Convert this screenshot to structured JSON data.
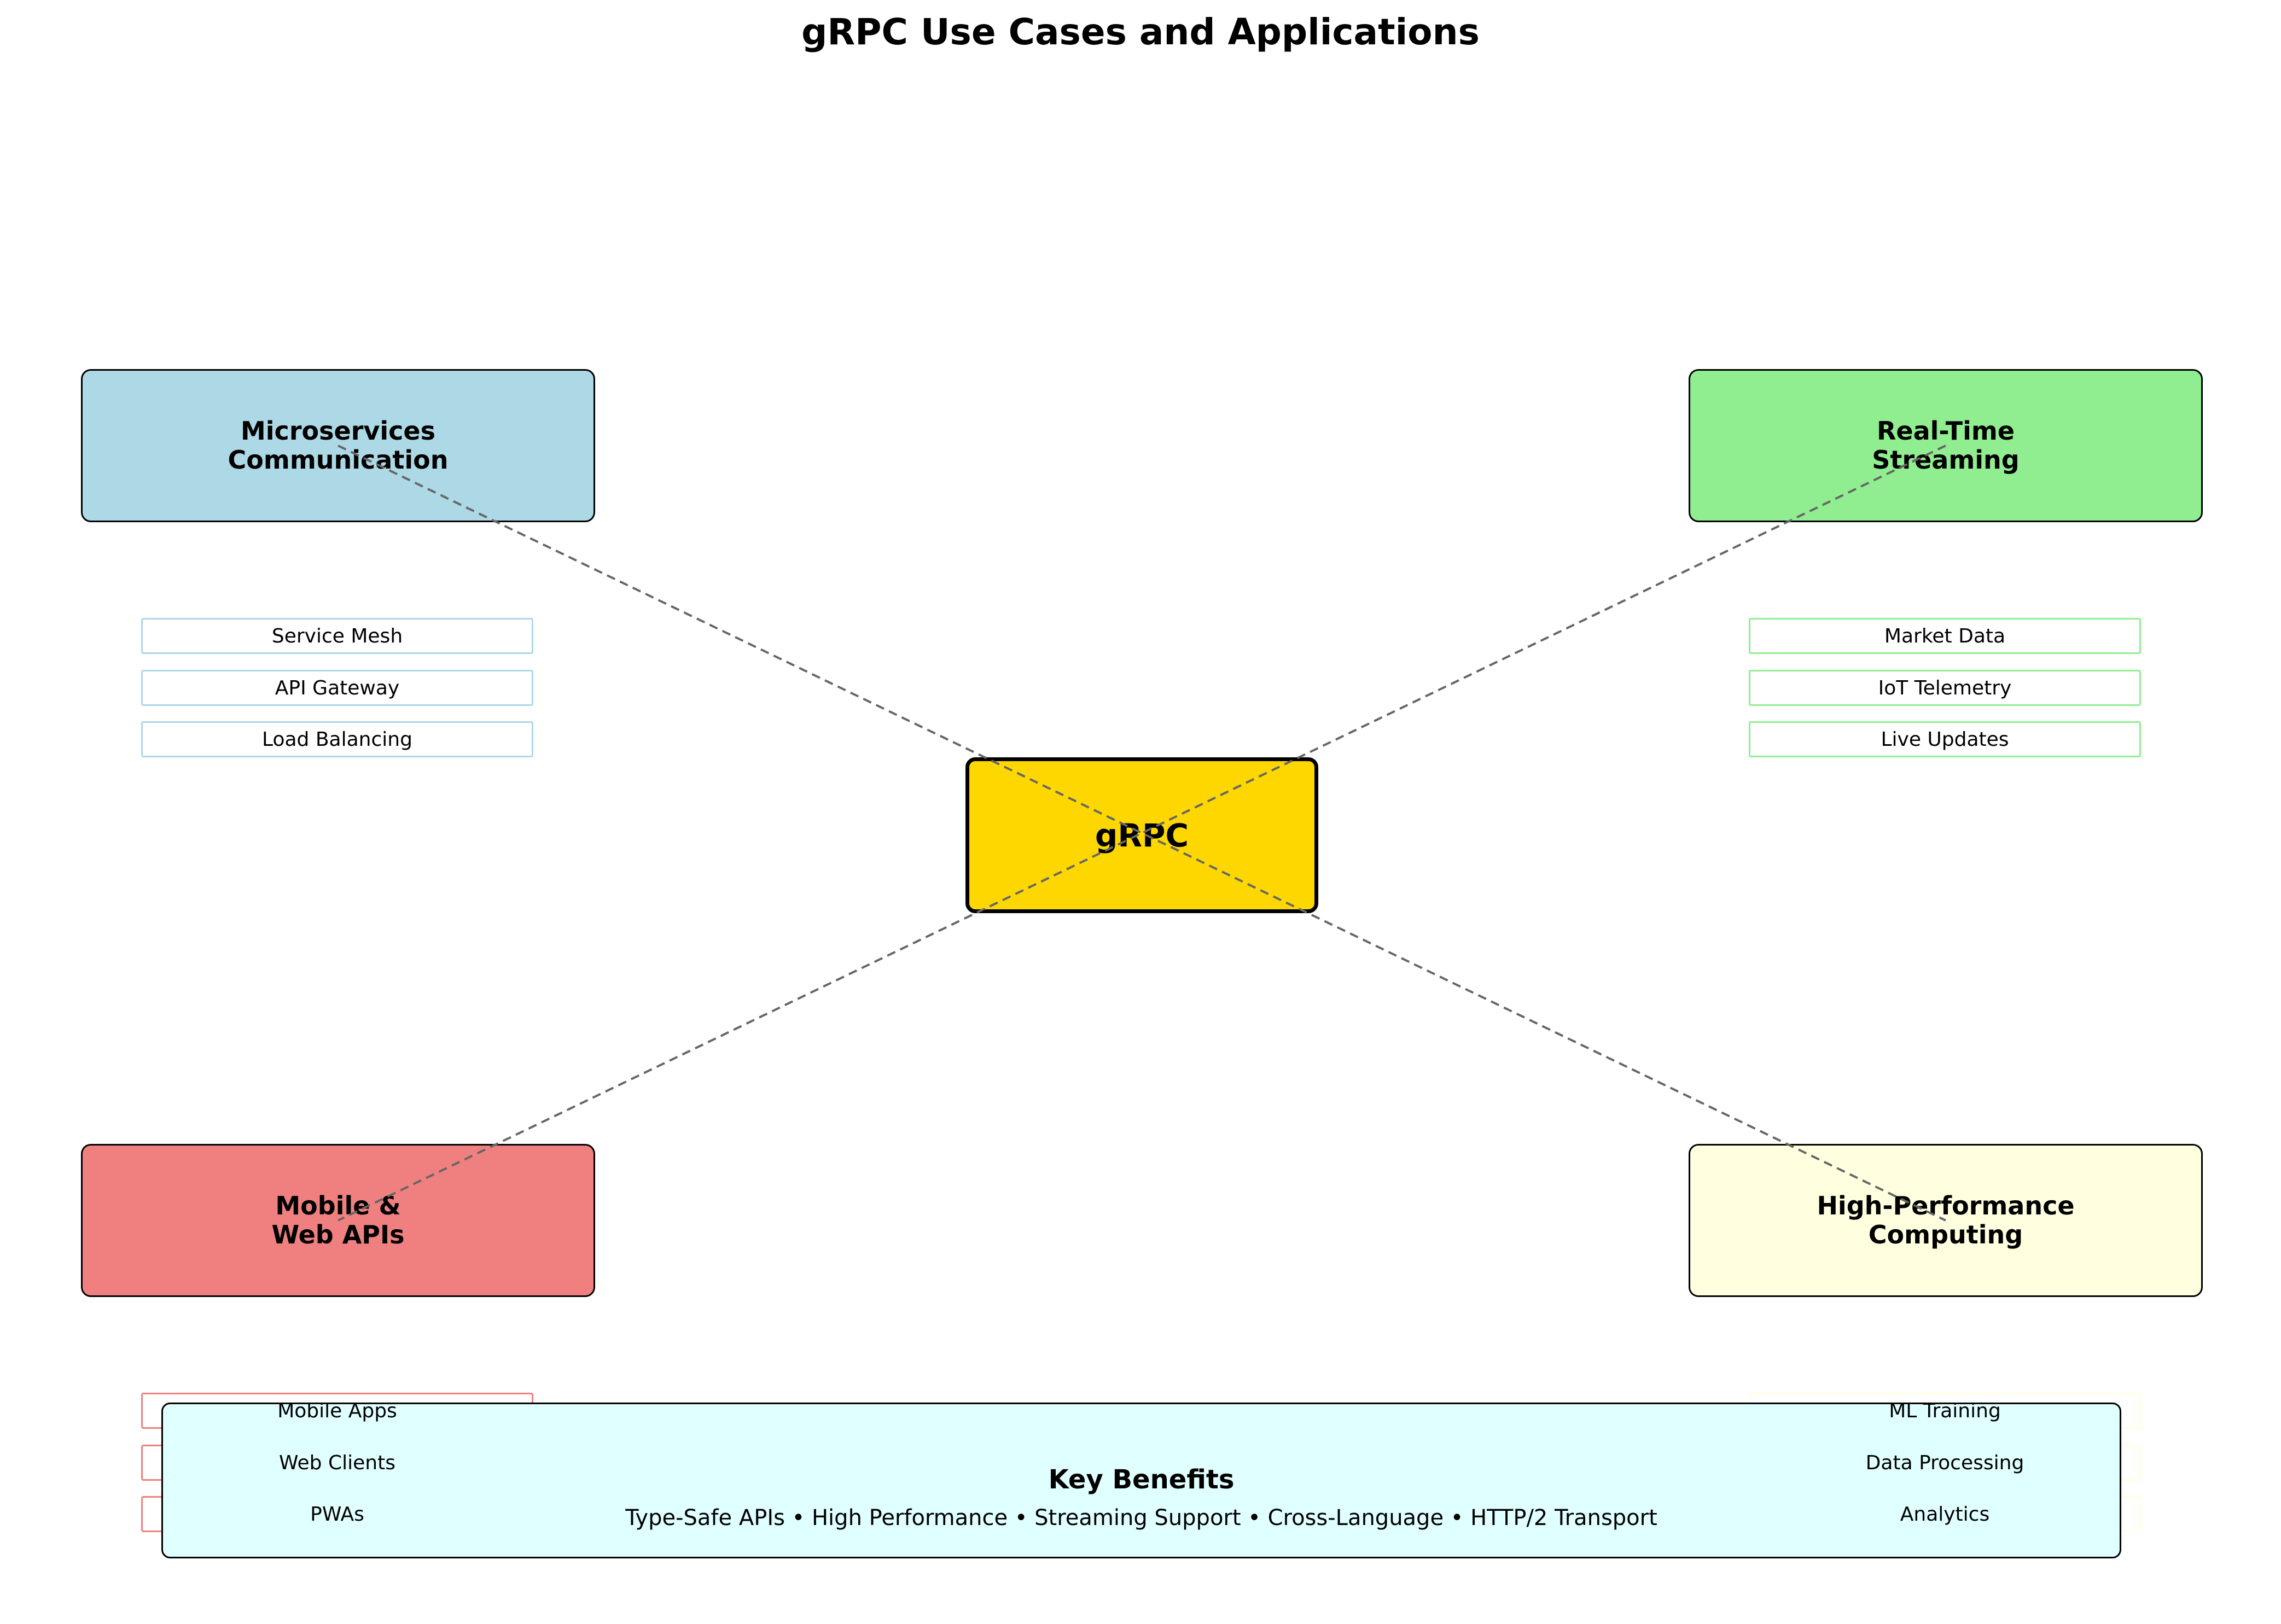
{
  "title": "gRPC Use Cases and Applications",
  "center_label": "gRPC",
  "colors": {
    "center": "#FFD700",
    "microservices": "#ADD8E6",
    "streaming": "#90EE90",
    "mobile": "#F08080",
    "hpc": "#FFFFE0",
    "benefits": "#E0FFFF"
  },
  "use_cases": [
    {
      "label": "Microservices\nCommunication",
      "items": [
        "Service Mesh",
        "API Gateway",
        "Load Balancing"
      ]
    },
    {
      "label": "Real-Time\nStreaming",
      "items": [
        "Market Data",
        "IoT Telemetry",
        "Live Updates"
      ]
    },
    {
      "label": "Mobile &\nWeb APIs",
      "items": [
        "Mobile Apps",
        "Web Clients",
        "PWAs"
      ]
    },
    {
      "label": "High-Performance\nComputing",
      "items": [
        "ML Training",
        "Data Processing",
        "Analytics"
      ]
    }
  ],
  "benefits": {
    "title": "Key Benefits",
    "text": "Type-Safe APIs • High Performance • Streaming Support • Cross-Language • HTTP/2 Transport"
  }
}
